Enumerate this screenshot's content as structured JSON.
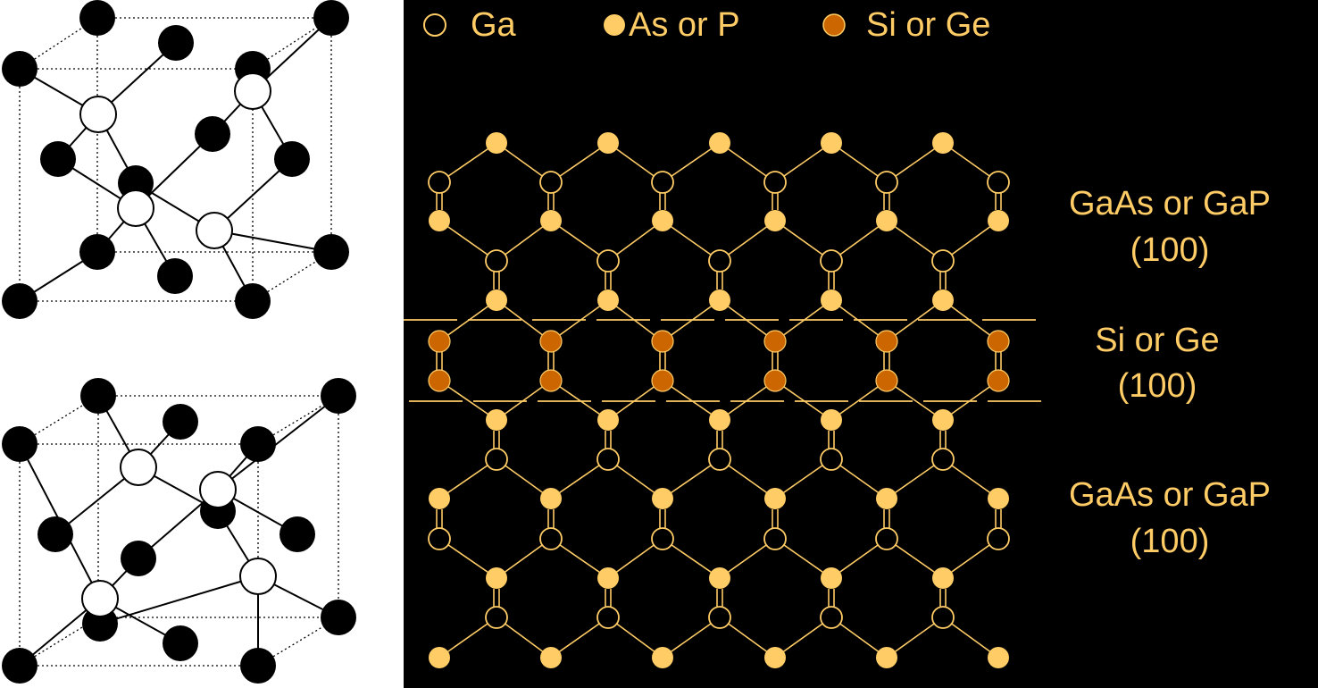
{
  "legend": {
    "ga_label": "Ga",
    "as_label": "As or P",
    "si_label": "Si or Ge"
  },
  "labels": {
    "top_layer_line1": "GaAs or GaP",
    "top_layer_line2": "(100)",
    "mid_layer_line1": "Si or Ge",
    "mid_layer_line2": "(100)",
    "bottom_layer_line1": "GaAs or GaP",
    "bottom_layer_line2": "(100)"
  },
  "colors": {
    "ga_fill": "#000000",
    "as_fill": "#FFCC66",
    "si_fill": "#CC6600",
    "bond": "#FFCC66",
    "atom_outline": "#FFCC66",
    "cube_atom": "#000000",
    "cube_open_atom": "#ffffff"
  }
}
